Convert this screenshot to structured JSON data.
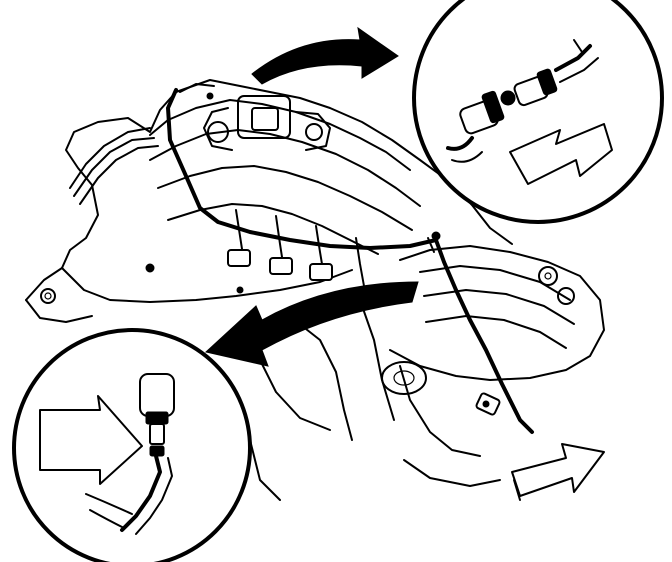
{
  "diagram": {
    "title": "",
    "labels": [],
    "colors": {
      "ink": "#000000",
      "paper": "#ffffff"
    },
    "arrows": [
      {
        "name": "rotate-arrow-top",
        "direction": "right"
      },
      {
        "name": "rotate-arrow-bottom",
        "direction": "left"
      },
      {
        "name": "hollow-arrow-top-detail",
        "direction": "down-left"
      },
      {
        "name": "hollow-arrow-bottom-detail",
        "direction": "down-right"
      },
      {
        "name": "hollow-arrow-bottom-right",
        "direction": "up-right"
      }
    ],
    "details": [
      {
        "name": "detail-circle-top-right",
        "content": "hose-connector"
      },
      {
        "name": "detail-circle-bottom-left",
        "content": "hose-fitting"
      }
    ]
  }
}
